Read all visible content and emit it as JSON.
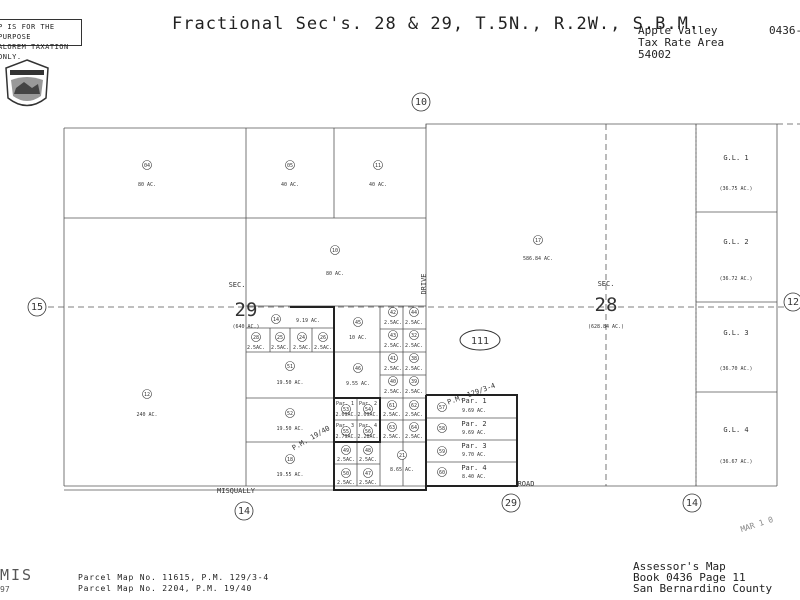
{
  "header": {
    "title": "Fractional Sec's. 28 & 29, T.5N., R.2W., S.B.M.",
    "notice_lines": [
      "P IS FOR THE PURPOSE",
      "ALOREM TAXATION ONLY."
    ],
    "tra_lines": [
      "Apple Valley",
      "Tax Rate Area",
      "54002"
    ],
    "map_number": "0436-"
  },
  "footer": {
    "parcel_lines": [
      "Parcel Map No. 11615, P.M. 129/3-4",
      "Parcel Map No. 2204, P.M. 19/40"
    ],
    "assessor_lines": [
      "Assessor's Map",
      "Book 0436 Page 11",
      "San Bernardino County"
    ],
    "mis": "MIS",
    "mis_year": "97",
    "stamp": "MAR 1 0"
  },
  "map": {
    "sections": [
      {
        "num": "29",
        "label": "SEC.",
        "acres": "(640 AC.)"
      },
      {
        "num": "28",
        "label": "SEC.",
        "acres": "(628.84 AC.)"
      }
    ],
    "circled_refs": [
      "10",
      "15",
      "12",
      "14",
      "29",
      "14"
    ],
    "book_number": "111",
    "roads": [
      "DRIVE",
      "MISQUALLY",
      "ROAD"
    ],
    "parcel_map_labels": [
      "P.M. 129/3-4",
      "P.M. 19/40"
    ],
    "parcels": [
      {
        "n": "04",
        "ac": "80 AC."
      },
      {
        "n": "05",
        "ac": "40 AC."
      },
      {
        "n": "11",
        "ac": "40 AC."
      },
      {
        "n": "10",
        "ac": "80 AC."
      },
      {
        "n": "12",
        "ac": "240 AC."
      },
      {
        "n": "14",
        "ac": "9.19 AC."
      },
      {
        "n": "28",
        "ac": "2.5AC."
      },
      {
        "n": "25",
        "ac": "2.5AC."
      },
      {
        "n": "24",
        "ac": "2.5AC."
      },
      {
        "n": "26",
        "ac": "2.5AC."
      },
      {
        "n": "45",
        "ac": "10 AC."
      },
      {
        "n": "42",
        "ac": "2.5AC."
      },
      {
        "n": "44",
        "ac": "2.5AC."
      },
      {
        "n": "43",
        "ac": "2.5AC."
      },
      {
        "n": "32",
        "ac": "2.5AC."
      },
      {
        "n": "51",
        "ac": "19.50 AC."
      },
      {
        "n": "46",
        "ac": "9.55 AC."
      },
      {
        "n": "41",
        "ac": "2.5AC."
      },
      {
        "n": "38",
        "ac": "2.5AC."
      },
      {
        "n": "40",
        "ac": "2.5AC."
      },
      {
        "n": "39",
        "ac": "2.5AC."
      },
      {
        "n": "52",
        "ac": "19.50 AC."
      },
      {
        "n": "53",
        "ac": "2.09AC."
      },
      {
        "n": "54",
        "ac": "2.09AC."
      },
      {
        "n": "55",
        "ac": "2.79AC."
      },
      {
        "n": "56",
        "ac": "2.28AC."
      },
      {
        "n": "61",
        "ac": "2.5AC."
      },
      {
        "n": "62",
        "ac": "2.5AC."
      },
      {
        "n": "63",
        "ac": "2.5AC."
      },
      {
        "n": "64",
        "ac": "2.5AC."
      },
      {
        "n": "18",
        "ac": "19.55 AC."
      },
      {
        "n": "49",
        "ac": "2.5AC."
      },
      {
        "n": "48",
        "ac": "2.5AC."
      },
      {
        "n": "21",
        "ac": "8.65 AC."
      },
      {
        "n": "50",
        "ac": "2.5AC."
      },
      {
        "n": "47",
        "ac": "2.5AC."
      },
      {
        "n": "17",
        "ac": "586.84 AC."
      },
      {
        "n": "57",
        "ac": "9.69 AC."
      },
      {
        "n": "58",
        "ac": "9.69 AC."
      },
      {
        "n": "59",
        "ac": "9.70 AC."
      },
      {
        "n": "60",
        "ac": "8.40 AC."
      }
    ],
    "par_labels": [
      "Par. 1",
      "Par. 2",
      "Par. 3",
      "Par. 4"
    ],
    "gl_lots": [
      {
        "name": "G.L. 1",
        "ac": "(36.75 AC.)"
      },
      {
        "name": "G.L. 2",
        "ac": "(36.72 AC.)"
      },
      {
        "name": "G.L. 3",
        "ac": "(36.70 AC.)"
      },
      {
        "name": "G.L. 4",
        "ac": "(36.67 AC.)"
      }
    ]
  }
}
